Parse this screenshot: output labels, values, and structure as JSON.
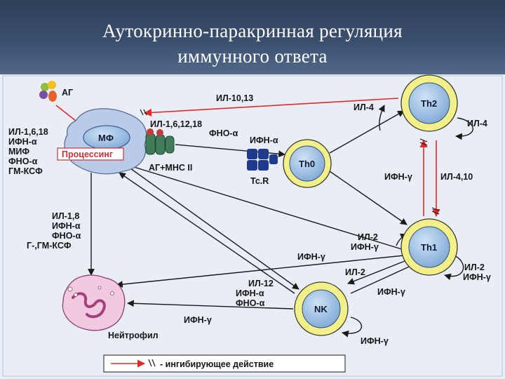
{
  "title": {
    "line1": "Аутокринно-паракринная регуляция",
    "line2": "иммунного ответа"
  },
  "colors": {
    "header": "#3a4f6e",
    "panel": "#e9eef6",
    "cell_nucleus": "#9ec4e6",
    "cell_ring": "#f3f08a",
    "inhibit_arrow": "#e02a2a",
    "macrophage": "#b9cbe8",
    "neutrophil": "#f3c9e2"
  },
  "diagram": {
    "ag_label": "АГ",
    "mf_label": "МФ",
    "processing_label": "Процессинг",
    "ag_mhc_label": "АГ+МНС II",
    "tcr_label": "Тс.R",
    "neutrophil_label": "Нейтрофил",
    "cells": {
      "th0": "Th0",
      "th1": "Th1",
      "th2": "Th2",
      "nk": "NK"
    },
    "mf_secretion": [
      "ИЛ-1,6,18",
      "ИФН-α",
      "МИФ",
      "ФНО-α",
      "ГМ-КСФ"
    ],
    "mf_to_neutrophil": [
      "ИЛ-1,8",
      "ИФН-α",
      "ФНО-α",
      "Г-,ГМ-КСФ"
    ],
    "mf_to_th0": [
      "ИЛ-1,6,12,18",
      "ФНО-α"
    ],
    "ifn_to_th0": "ИФН-α",
    "th2_to_mf": "ИЛ-10,13",
    "th2_il4_in": "ИЛ-4",
    "th2_self": "ИЛ-4",
    "th1_to_th2": "ИЛ-4,10",
    "th2_to_th1": "ИФН-γ",
    "th1_in": [
      "ИЛ-2",
      "ИФН-γ"
    ],
    "th1_to_mf": "ИФН-γ",
    "th1_il2": "ИЛ-2",
    "th1_self": [
      "ИЛ-2",
      "ИФН-γ"
    ],
    "th1_to_nk": "ИФН-γ",
    "mf_nk": [
      "ИЛ-12",
      "ИФН-α",
      "ФНО-α"
    ],
    "nk_to_neutrophil": "ИФН-γ",
    "nk_self": "ИФН-γ",
    "legend": "- ингибирующее действие"
  }
}
